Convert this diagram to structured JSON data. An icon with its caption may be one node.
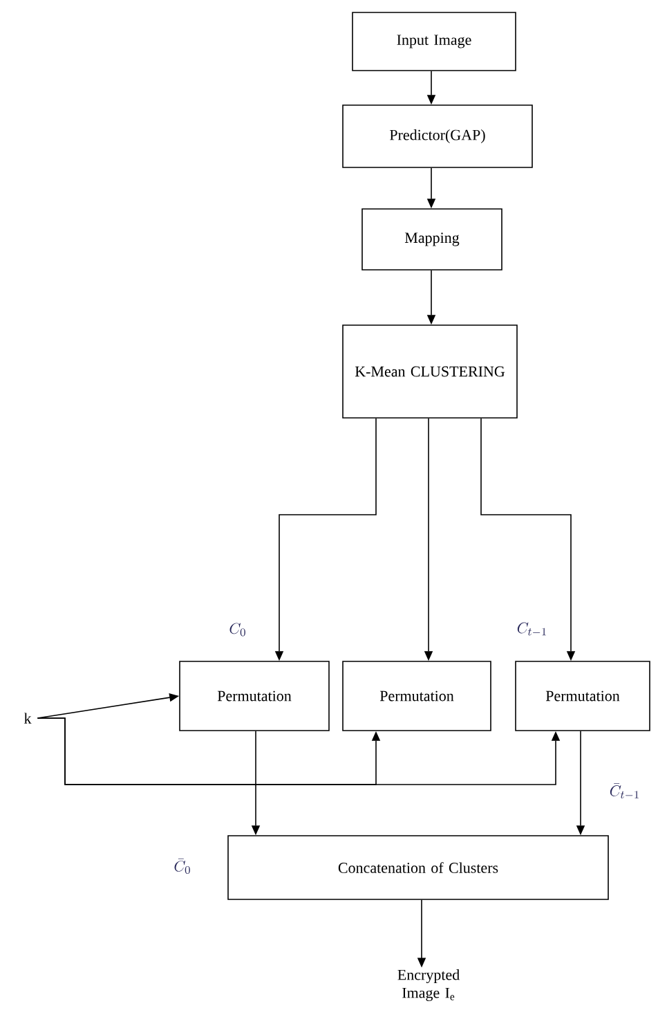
{
  "diagram": {
    "nodes": [
      {
        "text": [
          "Input Image"
        ]
      },
      {
        "text": [
          "Predictor(GAP)"
        ]
      },
      {
        "text": [
          "Mapping"
        ]
      },
      {
        "text": [
          "K-Mean CLUSTERING"
        ]
      },
      {
        "text": [
          "Permutation"
        ]
      },
      {
        "text": [
          "Permutation"
        ]
      },
      {
        "text": [
          "Permutation"
        ]
      },
      {
        "text": [
          "Concatenation of Clusters"
        ]
      },
      {
        "text": [
          "Encrypted Image I$_{e}$"
        ]
      },
      {
        "text": [
          "k"
        ]
      }
    ],
    "edges": [
      {
        "from": 0,
        "to": 1,
        "arrow": "to"
      },
      {
        "from": 1,
        "to": 2,
        "arrow": "to"
      },
      {
        "from": 2,
        "to": 3,
        "arrow": "to"
      },
      {
        "from": 3,
        "to": 4,
        "arrow": "to"
      },
      {
        "from": 3,
        "to": 5,
        "arrow": "to"
      },
      {
        "from": 3,
        "to": 6,
        "arrow": "to"
      },
      {
        "from": 9,
        "to": 4,
        "arrow": "to"
      },
      {
        "from": 9,
        "to": 5,
        "arrow": "to"
      },
      {
        "from": 9,
        "to": 6,
        "arrow": "to"
      },
      {
        "from": 4,
        "to": 7,
        "arrow": "to"
      },
      {
        "from": 6,
        "to": 7,
        "arrow": "to"
      },
      {
        "from": 7,
        "to": 8,
        "arrow": "to"
      }
    ],
    "labels": [
      "C_0",
      "C_{t-1}",
      "\\bar{C}_{t-1}",
      "\\bar{C}_0"
    ]
  }
}
